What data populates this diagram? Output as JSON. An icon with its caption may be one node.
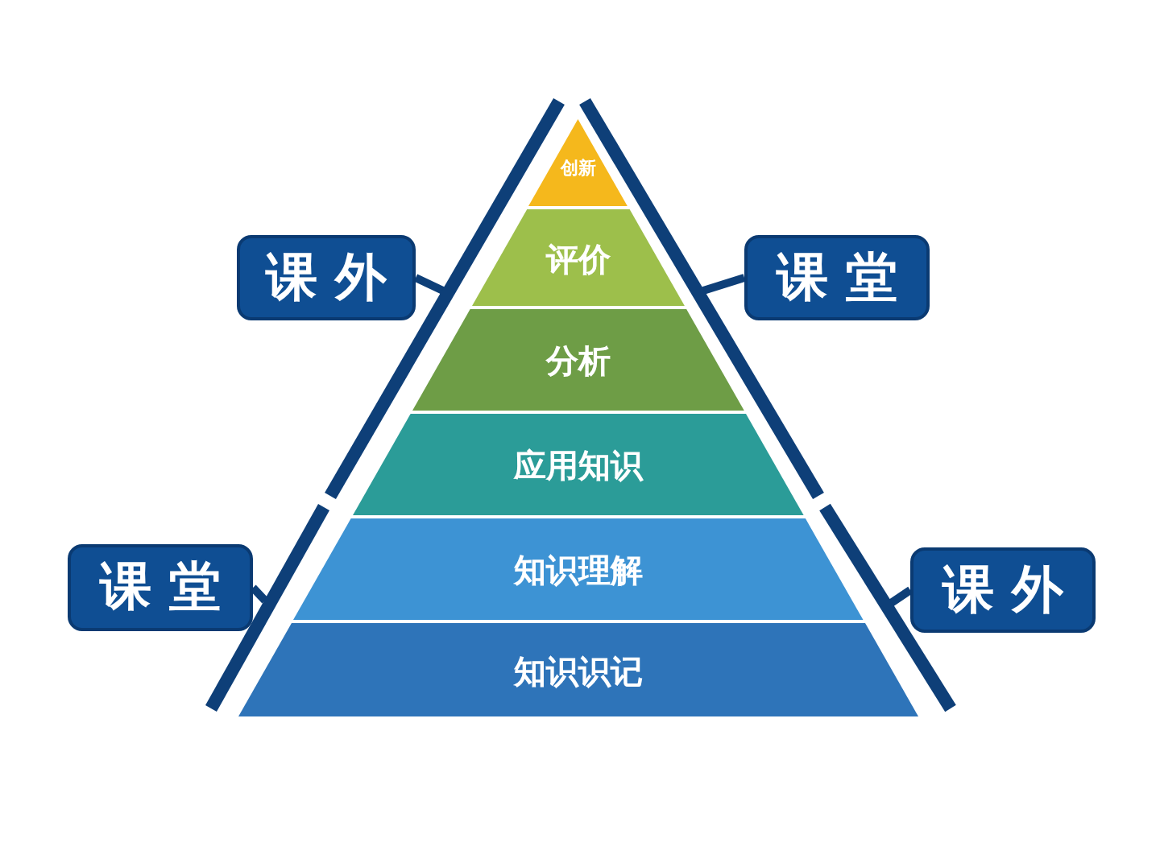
{
  "diagram": {
    "nodes": [
      {
        "text": [
          "创新"
        ]
      },
      {
        "text": [
          "评价"
        ]
      },
      {
        "text": [
          "分析"
        ]
      },
      {
        "text": [
          "应用知识"
        ]
      },
      {
        "text": [
          "知识理解"
        ]
      },
      {
        "text": [
          "知识识记"
        ]
      },
      {
        "text": [
          "课 外"
        ]
      },
      {
        "text": [
          "课 堂"
        ]
      },
      {
        "text": [
          "课 堂"
        ]
      },
      {
        "text": [
          "课 外"
        ]
      },
      {
        "text": [],
        "shape": "bar"
      },
      {
        "text": [],
        "shape": "bar"
      },
      {
        "text": [],
        "shape": "bar"
      },
      {
        "text": [],
        "shape": "bar"
      }
    ],
    "edges": [
      {
        "from": 6,
        "to": 10,
        "arrow": "none"
      },
      {
        "from": 7,
        "to": 11,
        "arrow": "none"
      },
      {
        "from": 8,
        "to": 12,
        "arrow": "none"
      },
      {
        "from": 9,
        "to": 13,
        "arrow": "none"
      }
    ]
  }
}
